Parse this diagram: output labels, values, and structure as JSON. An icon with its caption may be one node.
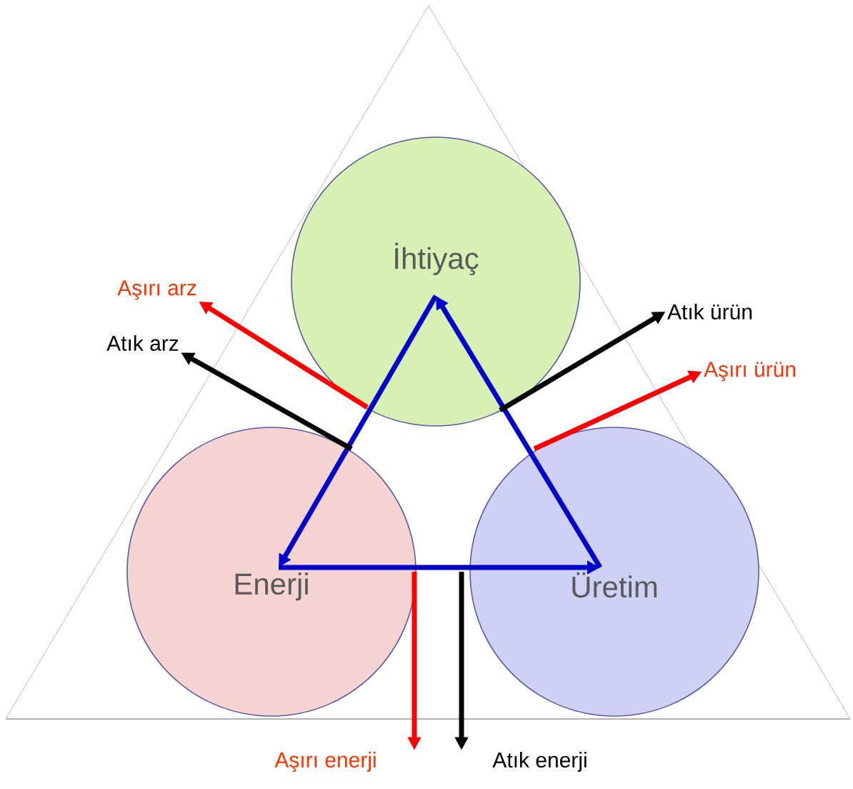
{
  "diagram": {
    "nodes": [
      {
        "text": [
          "İhtiyaç"
        ]
      },
      {
        "text": [
          "Aşırı arz"
        ]
      },
      {
        "text": [
          "Atık arz"
        ]
      },
      {
        "text": [
          "Atık ürün"
        ]
      },
      {
        "text": [
          "Aşırı ürün"
        ]
      },
      {
        "text": [
          "Enerji"
        ]
      },
      {
        "text": [
          "Üretim"
        ]
      },
      {
        "text": [
          "Aşırı enerji"
        ]
      },
      {
        "text": [
          "Atık enerji"
        ]
      }
    ],
    "edges": [
      {
        "from": 5,
        "to": 6,
        "arrow": "to",
        "color": "#0000cc"
      },
      {
        "from": 6,
        "to": 0,
        "arrow": "to",
        "color": "#0000cc"
      },
      {
        "from": 0,
        "to": 5,
        "arrow": "to",
        "color": "#0000cc"
      },
      {
        "from": 0,
        "to": 1,
        "arrow": "to",
        "color": "#ff0000"
      },
      {
        "from": 5,
        "to": 2,
        "arrow": "to",
        "color": "#000000"
      },
      {
        "from": 0,
        "to": 3,
        "arrow": "to",
        "color": "#000000"
      },
      {
        "from": 6,
        "to": 4,
        "arrow": "to",
        "color": "#ff0000"
      },
      {
        "from": 5,
        "to": 7,
        "arrow": "to",
        "color": "#ff0000"
      },
      {
        "from": 6,
        "to": 8,
        "arrow": "to",
        "color": "#000000"
      }
    ]
  }
}
